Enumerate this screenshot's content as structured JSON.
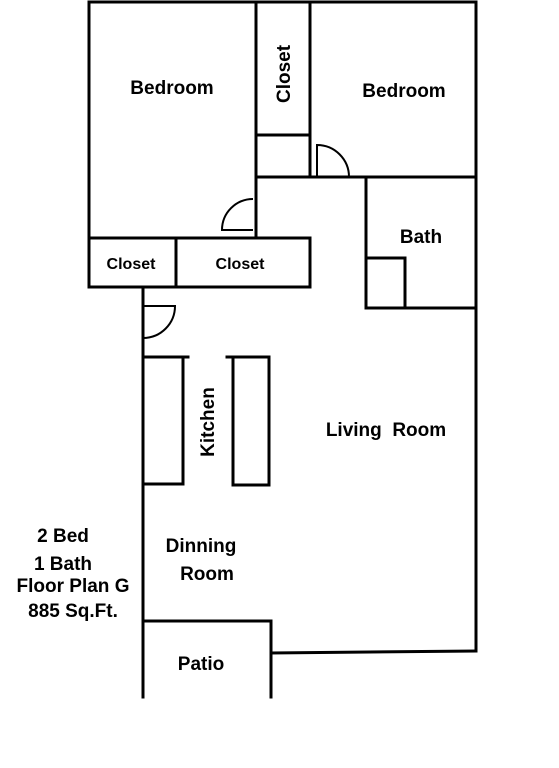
{
  "rooms": {
    "bedroom_left": "Bedroom",
    "closet_vertical": "Closet",
    "bedroom_right": "Bedroom",
    "bath": "Bath",
    "closet_left": "Closet",
    "closet_right": "Closet",
    "kitchen": "Kitchen",
    "living_room": "Living  Room",
    "dinning_line1": "Dinning",
    "dinning_line2": "Room",
    "patio": "Patio"
  },
  "summary": {
    "beds": "2 Bed",
    "baths": "1 Bath",
    "plan": "Floor Plan G",
    "area": "885 Sq.Ft."
  },
  "colors": {
    "wall": "#000000",
    "background": "#ffffff"
  }
}
